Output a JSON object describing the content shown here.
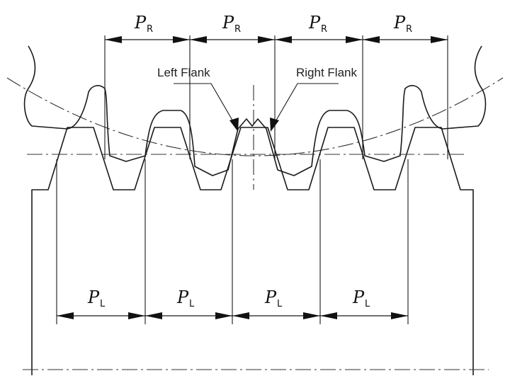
{
  "labels": {
    "pitch_symbol": "P",
    "right_sub": "R",
    "left_sub": "L",
    "left_flank": "Left Flank",
    "right_flank": "Right Flank"
  },
  "right_pitch_count": 4,
  "left_pitch_count": 4
}
